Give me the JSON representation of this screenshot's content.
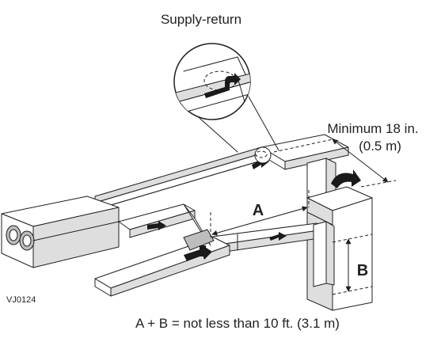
{
  "labels": {
    "supply_return": "Supply-return",
    "minimum": "Minimum 18 in.",
    "minimum_metric": "(0.5 m)",
    "dim_a": "A",
    "dim_b": "B",
    "figure_code": "VJ0124",
    "equation": "A + B = not less than 10 ft. (3.1 m)"
  },
  "colors": {
    "ink": "#231f20",
    "shade": "#dedede",
    "mid_gray": "#bdbdbd"
  },
  "icons": {
    "flow_arrows": "airflow-arrow-icon",
    "magnifier": "detail-callout-icon"
  }
}
